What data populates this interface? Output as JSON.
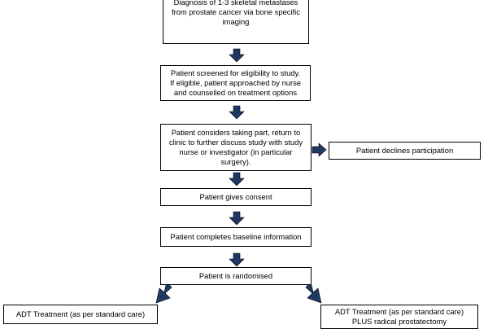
{
  "boxes": {
    "diagnosis": "Diagnosis of 1-3 skeletal metastases\nfrom prostate cancer via bone specific\nimaging",
    "screened": "Patient screened for eligibility to study.\nIf eligible, patient approached by nurse\nand counselled on treatment options",
    "considers": "Patient considers taking part, return to\nclinic to further discuss study with study\nnurse or investigator (in particular\nsurgery).",
    "declines": "Patient declines participation",
    "consent": "Patient gives consent",
    "baseline": "Patient completes baseline information",
    "randomised": "Patient is randomised",
    "adt_standard": "ADT Treatment (as per standard care)",
    "adt_plus": "ADT Treatment (as per standard care)\nPLUS radical prostatectomy"
  },
  "colors": {
    "arrow_fill": "#1f3864",
    "arrow_edge": "#000000",
    "box_border": "#000000"
  }
}
